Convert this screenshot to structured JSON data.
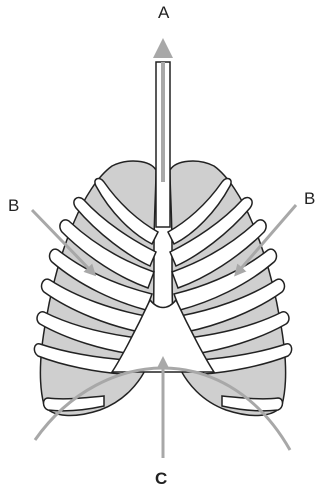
{
  "labels": {
    "a": "A",
    "b_left": "B",
    "b_right": "B",
    "c": "C"
  },
  "colors": {
    "lung_fill": "#cfcfcf",
    "arrow": "#a8a8a8",
    "outline": "#222222",
    "background": "#ffffff"
  }
}
